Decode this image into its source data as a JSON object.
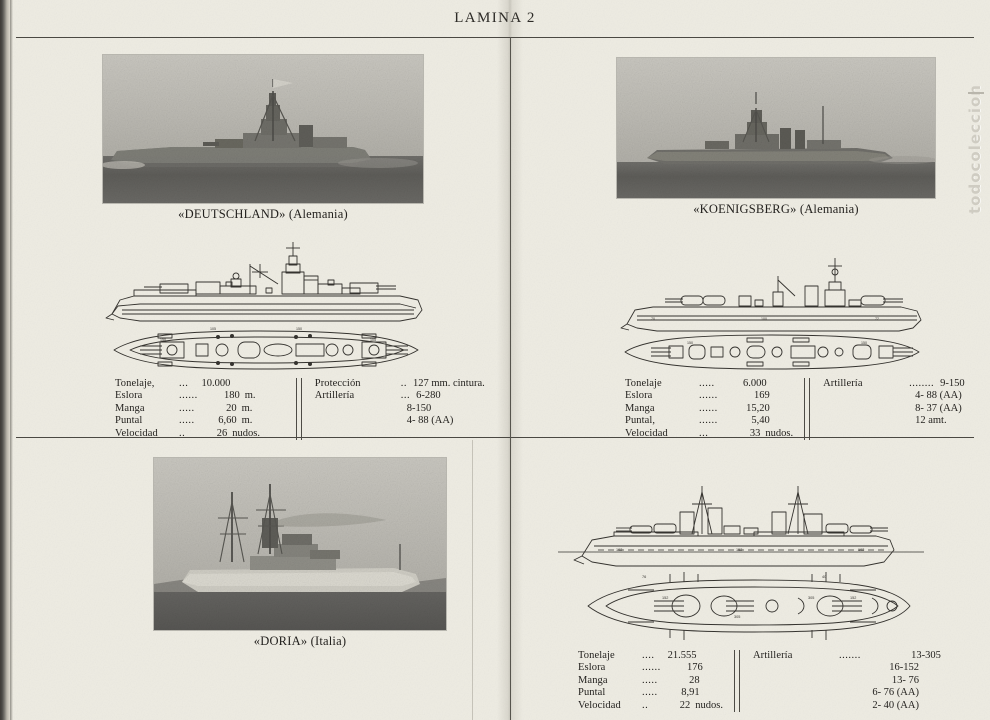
{
  "page": {
    "title": "LAMINA 2",
    "watermark": "todocoleccion",
    "paper_color": "#eeece3",
    "ink_color": "#24221f"
  },
  "ships": [
    {
      "id": "deutschland",
      "name": "«DEUTSCHLAND»",
      "country": "(Alemania)",
      "caption": "«DEUTSCHLAND»  (Alemania)",
      "specs_left": [
        {
          "label": "Tonelaje,",
          "dots": "...",
          "value": "10.000",
          "unit": ""
        },
        {
          "label": "Eslora",
          "dots": "......",
          "value": "180",
          "unit": "m."
        },
        {
          "label": "Manga",
          "dots": ".....",
          "value": "20",
          "unit": "m."
        },
        {
          "label": "Puntal",
          "dots": ".....",
          "value": "6,60",
          "unit": "m."
        },
        {
          "label": "Velocidad",
          "dots": "..",
          "value": "26",
          "unit": "nudos."
        }
      ],
      "specs_right": [
        {
          "label": "Protección",
          "dots": "..",
          "value": "127 mm. cintura."
        },
        {
          "label": "Artillería",
          "dots": "...",
          "value": "6-280"
        },
        {
          "label": "",
          "dots": "",
          "value": "8-150"
        },
        {
          "label": "",
          "dots": "",
          "value": "4- 88 (AA)"
        }
      ]
    },
    {
      "id": "koenigsberg",
      "name": "«KOENIGSBERG»",
      "country": "(Alemania)",
      "caption": "«KOENIGSBERG»  (Alemania)",
      "specs_left": [
        {
          "label": "Tonelaje",
          "dots": ".....",
          "value": "6.000",
          "unit": ""
        },
        {
          "label": "Eslora",
          "dots": "......",
          "value": "169",
          "unit": ""
        },
        {
          "label": "Manga",
          "dots": "......",
          "value": "15,20",
          "unit": ""
        },
        {
          "label": "Puntal,",
          "dots": "......",
          "value": "5,40",
          "unit": ""
        },
        {
          "label": "Velocidad",
          "dots": "...",
          "value": "33",
          "unit": "nudos."
        }
      ],
      "specs_right": [
        {
          "label": "Artillería",
          "dots": "........",
          "value": "9-150"
        },
        {
          "label": "",
          "dots": "",
          "value": "4- 88 (AA)"
        },
        {
          "label": "",
          "dots": "",
          "value": "8- 37 (AA)"
        },
        {
          "label": "",
          "dots": "",
          "value": "12 amt."
        }
      ]
    },
    {
      "id": "doria",
      "name": "«DORIA»",
      "country": "(Italia)",
      "caption": "«DORIA»  (Italia)",
      "specs_left": [
        {
          "label": "Tonelaje",
          "dots": "....",
          "value": "21.555",
          "unit": ""
        },
        {
          "label": "Eslora",
          "dots": "......",
          "value": "176",
          "unit": ""
        },
        {
          "label": "Manga",
          "dots": ".....",
          "value": "28",
          "unit": ""
        },
        {
          "label": "Puntal",
          "dots": ".....",
          "value": "8,91",
          "unit": ""
        },
        {
          "label": "Velocidad",
          "dots": "..",
          "value": "22",
          "unit": "nudos."
        }
      ],
      "specs_right": [
        {
          "label": "Artillería",
          "dots": ".......",
          "value": "13-305"
        },
        {
          "label": "",
          "dots": "",
          "value": "16-152"
        },
        {
          "label": "",
          "dots": "",
          "value": "13- 76"
        },
        {
          "label": "",
          "dots": "",
          "value": "6- 76 (AA)"
        },
        {
          "label": "",
          "dots": "",
          "value": "2- 40 (AA)"
        }
      ]
    }
  ]
}
